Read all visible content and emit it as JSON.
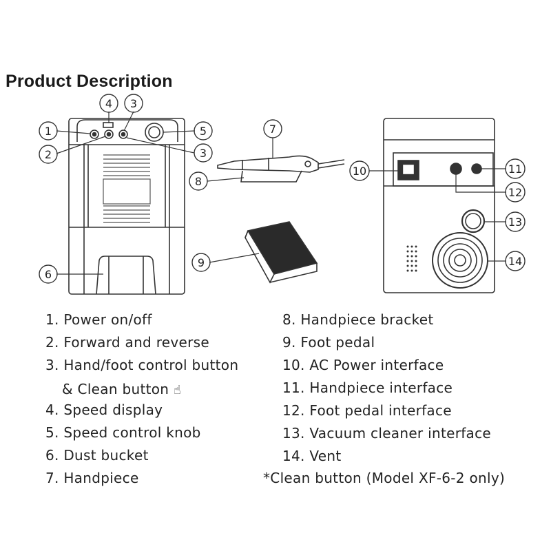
{
  "title": "Product Description",
  "callouts": [
    "1",
    "2",
    "3",
    "3",
    "4",
    "5",
    "6",
    "7",
    "8",
    "9",
    "10",
    "11",
    "12",
    "13",
    "14"
  ],
  "legend_left": [
    "1. Power on/off",
    "2.  Forward and reverse",
    "3. Hand/foot control button",
    "& Clean button",
    "4. Speed display",
    "5. Speed control knob",
    "6. Dust bucket",
    "7. Handpiece"
  ],
  "legend_right": [
    "8. Handpiece bracket",
    "9. Foot pedal",
    "10. AC Power interface",
    "11. Handpiece interface",
    "12. Foot pedal interface",
    "13. Vacuum cleaner interface",
    "14. Vent",
    "*Clean button (Model XF-6-2 only)"
  ],
  "hand_icon": "☝",
  "colors": {
    "line": "#333333",
    "grille": "#444444",
    "pedal": "#2a2a2a"
  }
}
